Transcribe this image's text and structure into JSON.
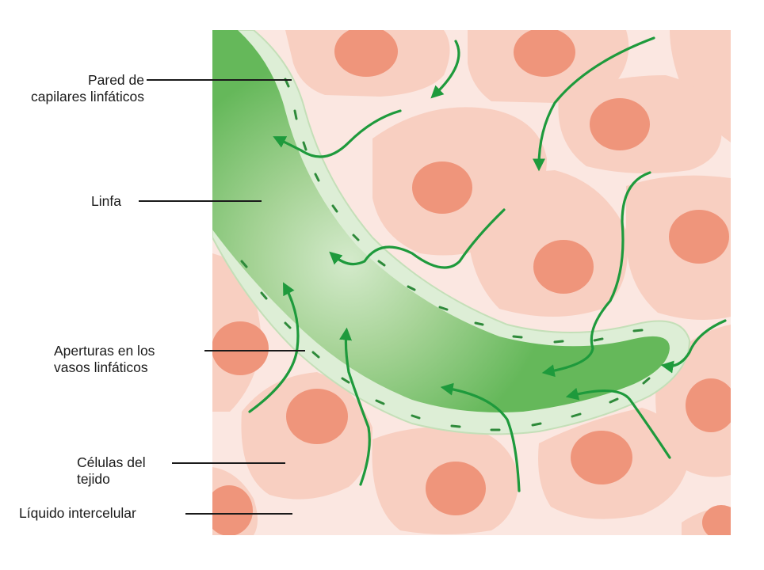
{
  "labels": {
    "wall": "Pared de\ncapilares linfáticos",
    "lymph": "Linfa",
    "openings": "Aperturas en los\nvasos linfáticos",
    "cells": "Células del\ntejido",
    "fluid": "Líquido intercelular"
  },
  "colors": {
    "tissue_bg": "#fbe7e1",
    "cell_fill": "#f8cfc1",
    "nucleus": "#ef957b",
    "lymph_dark": "#6cbb5f",
    "lymph_light": "#cfe6c5",
    "wall": "#ddeed6",
    "arrow": "#1e9a3c"
  }
}
